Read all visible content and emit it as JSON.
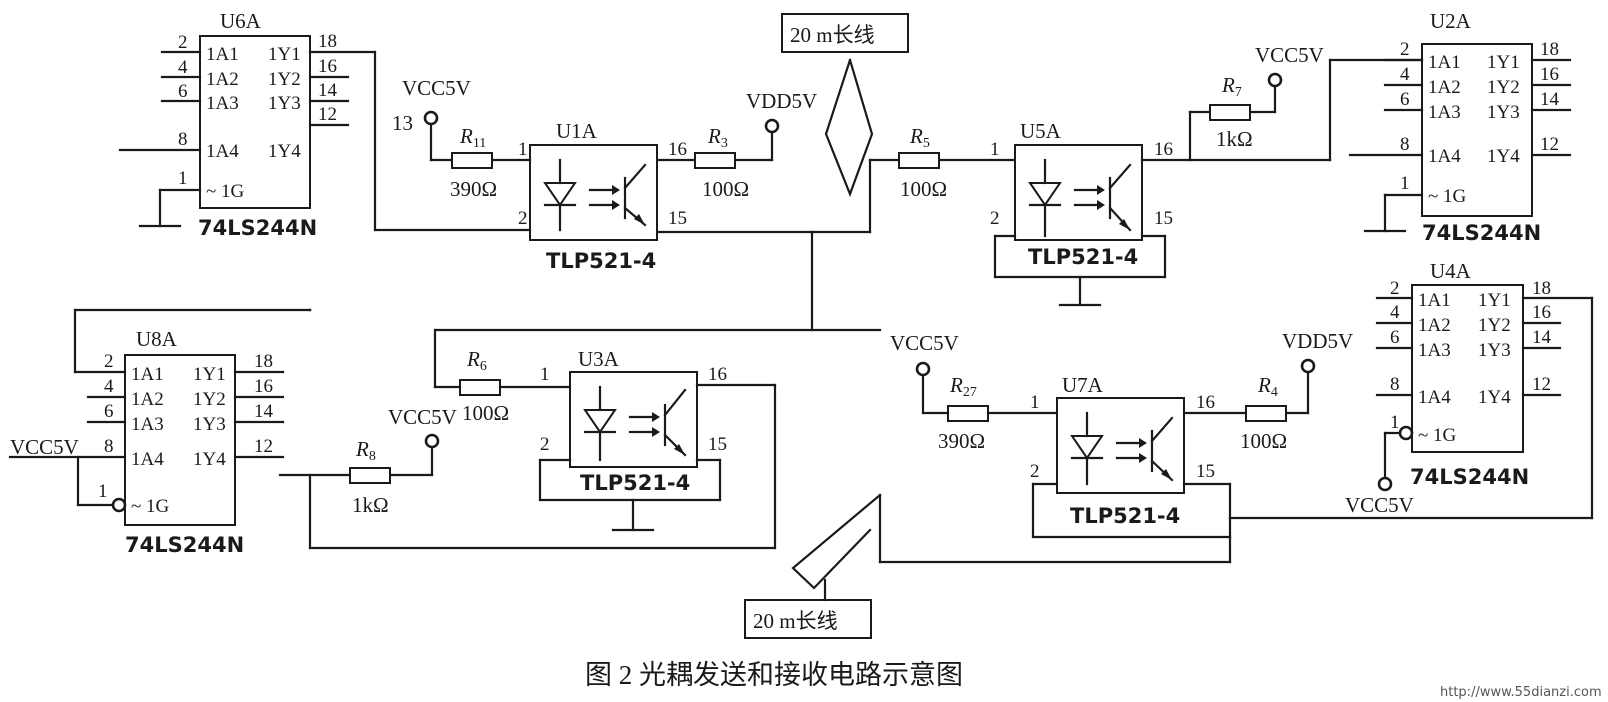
{
  "buffers": {
    "U6A": {
      "name": "U6A",
      "part": "74LS244N",
      "in": [
        "1A1",
        "1A2",
        "1A3",
        "1A4"
      ],
      "out": [
        "1Y1",
        "1Y2",
        "1Y3",
        "1Y4"
      ],
      "in_pins": [
        "2",
        "4",
        "6",
        "8"
      ],
      "out_pins": [
        "18",
        "16",
        "14",
        "12"
      ],
      "oe": "~ 1G",
      "oe_pin": "1"
    },
    "U2A": {
      "name": "U2A",
      "part": "74LS244N",
      "in": [
        "1A1",
        "1A2",
        "1A3",
        "1A4"
      ],
      "out": [
        "1Y1",
        "1Y2",
        "1Y3",
        "1Y4"
      ],
      "in_pins": [
        "2",
        "4",
        "6",
        "8"
      ],
      "out_pins": [
        "18",
        "16",
        "14",
        "12"
      ],
      "oe": "~ 1G",
      "oe_pin": "1"
    },
    "U8A": {
      "name": "U8A",
      "part": "74LS244N",
      "in": [
        "1A1",
        "1A2",
        "1A3",
        "1A4"
      ],
      "out": [
        "1Y1",
        "1Y2",
        "1Y3",
        "1Y4"
      ],
      "in_pins": [
        "2",
        "4",
        "6",
        "8"
      ],
      "out_pins": [
        "18",
        "16",
        "14",
        "12"
      ],
      "oe": "~ 1G",
      "oe_pin": "1"
    },
    "U4A": {
      "name": "U4A",
      "part": "74LS244N",
      "in": [
        "1A1",
        "1A2",
        "1A3",
        "1A4"
      ],
      "out": [
        "1Y1",
        "1Y2",
        "1Y3",
        "1Y4"
      ],
      "in_pins": [
        "2",
        "4",
        "6",
        "8"
      ],
      "out_pins": [
        "18",
        "16",
        "14",
        "12"
      ],
      "oe": "~ 1G",
      "oe_pin": "1"
    }
  },
  "optos": {
    "U1A": {
      "name": "U1A",
      "part": "TLP521-4",
      "pins": [
        "1",
        "2",
        "16",
        "15"
      ]
    },
    "U5A": {
      "name": "U5A",
      "part": "TLP521-4",
      "pins": [
        "1",
        "2",
        "16",
        "15"
      ]
    },
    "U3A": {
      "name": "U3A",
      "part": "TLP521-4",
      "pins": [
        "1",
        "2",
        "16",
        "15"
      ]
    },
    "U7A": {
      "name": "U7A",
      "part": "TLP521-4",
      "pins": [
        "1",
        "2",
        "16",
        "15"
      ]
    }
  },
  "resistors": {
    "R11": {
      "letter": "R",
      "sub": "11",
      "value": "390Ω"
    },
    "R3": {
      "letter": "R",
      "sub": "3",
      "value": "100Ω"
    },
    "R5": {
      "letter": "R",
      "sub": "5",
      "value": "100Ω"
    },
    "R7": {
      "letter": "R",
      "sub": "7",
      "value": "1kΩ"
    },
    "R6": {
      "letter": "R",
      "sub": "6",
      "value": "100Ω"
    },
    "R8": {
      "letter": "R",
      "sub": "8",
      "value": "1kΩ"
    },
    "R27": {
      "letter": "R",
      "sub": "27",
      "value": "390Ω"
    },
    "R4": {
      "letter": "R",
      "sub": "4",
      "value": "100Ω"
    }
  },
  "power": {
    "vcc": "VCC5V",
    "vdd": "VDD5V"
  },
  "pin13": "13",
  "long_line": "20 m长线",
  "caption": "图 2 光耦发送和接收电路示意图",
  "watermark": "http://www.55dianzi.com"
}
